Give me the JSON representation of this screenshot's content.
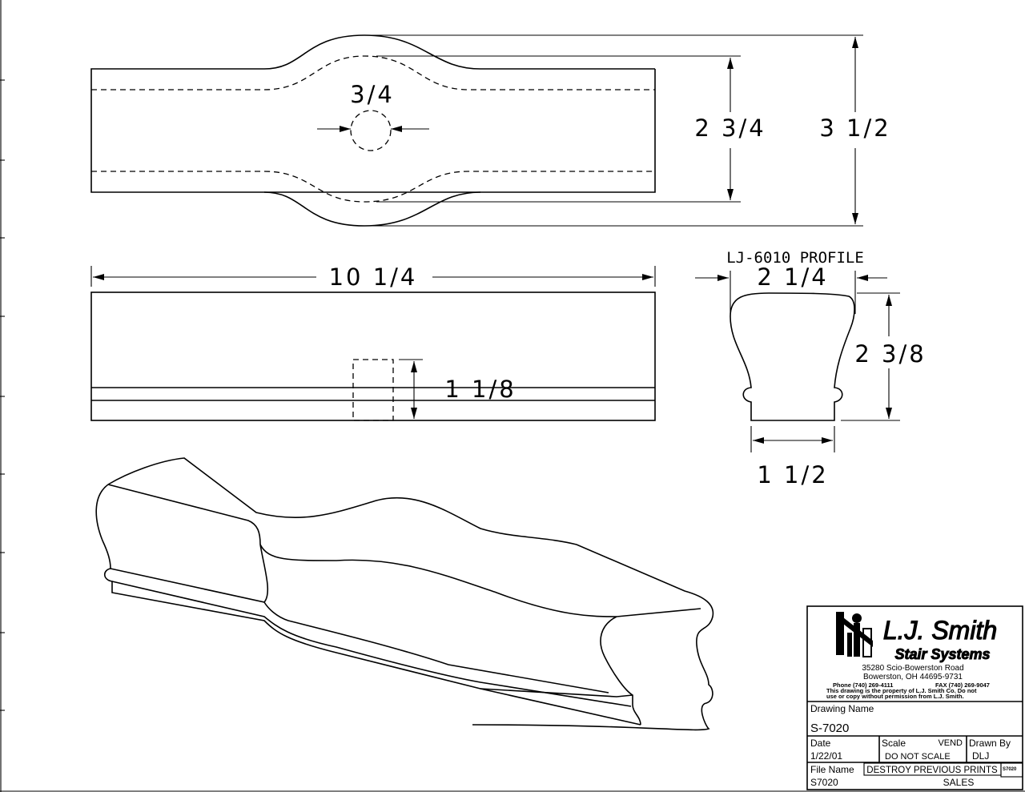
{
  "drawing": {
    "dimensions": {
      "hole_diameter": "3/4",
      "inner_width": "2 3/4",
      "outer_width": "3 1/2",
      "length": "10 1/4",
      "hole_depth": "1 1/8",
      "profile_top_width": "2 1/4",
      "profile_height": "2 3/8",
      "profile_base_width": "1 1/2"
    },
    "profile_label": "LJ-6010 PROFILE"
  },
  "title_block": {
    "company": "L.J. Smith",
    "company_sub": "Stair Systems",
    "address_line1": "35280 Scio-Bowerston Road",
    "address_line2": "Bowerston, OH 44695-9731",
    "phone": "Phone (740) 269-4111",
    "fax": "FAX (740) 269-9047",
    "notice_line1": "This drawing is the property of L.J. Smith Co. Do not",
    "notice_line2": "use or copy without permission from L.J. Smith.",
    "drawing_name_label": "Drawing Name",
    "drawing_name": "S-7020",
    "date_label": "Date",
    "date": "1/22/01",
    "scale_label": "Scale",
    "scale_vend": "VEND",
    "scale_value": "DO NOT SCALE",
    "drawn_by_label": "Drawn By",
    "drawn_by": "DLJ",
    "file_name_label": "File Name",
    "destroy_notice": "DESTROY PREVIOUS PRINTS",
    "file_name": "S7020",
    "stamp": "S7020",
    "distribution": "SALES"
  }
}
